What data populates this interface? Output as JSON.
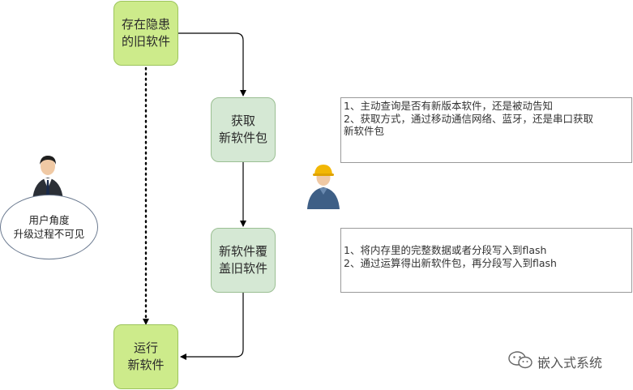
{
  "nodes": {
    "old_software": [
      "存在隐患",
      "的旧软件"
    ],
    "get_package": [
      "获取",
      "新软件包"
    ],
    "overwrite": [
      "新软件覆",
      "盖旧软件"
    ],
    "run_new": [
      "运行",
      "新软件"
    ]
  },
  "notes": {
    "get_package": [
      "1、主动查询是否有新版本软件，还是被动告知",
      "2、获取方式，通过移动通信网络、蓝牙，还是串口获取",
      "新软件包"
    ],
    "overwrite": [
      "1、将内存里的完整数据或者分段写入到flash",
      "2、通过运算得出新软件包，再分段写入到flash"
    ]
  },
  "user_view": [
    "用户角度",
    "升级过程不可见"
  ],
  "watermark": "嵌入式系统",
  "colors": {
    "green_fill": "#cdeb8b",
    "pale_green_fill": "#d5e8d4"
  },
  "icons": [
    "businessman-icon",
    "engineer-icon",
    "wechat-icon"
  ]
}
